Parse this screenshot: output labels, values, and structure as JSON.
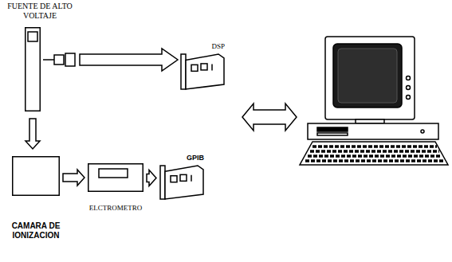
{
  "diagram": {
    "nodes": [
      {
        "text": [
          "FUENTE DE ALTO VOLTAJE"
        ]
      },
      {
        "text": [
          "DSP"
        ]
      },
      {
        "text": [
          "CAMARA DE IONIZACION"
        ]
      },
      {
        "text": [
          "ELCTROMETRO"
        ]
      },
      {
        "text": [
          "GPIB"
        ]
      }
    ],
    "edges": [
      {
        "from": 0,
        "to": 1,
        "arrow": "to"
      },
      {
        "from": 0,
        "to": 2,
        "arrow": "to"
      },
      {
        "from": 2,
        "to": 3,
        "arrow": "to"
      },
      {
        "from": 3,
        "to": 4,
        "arrow": "to"
      }
    ]
  }
}
